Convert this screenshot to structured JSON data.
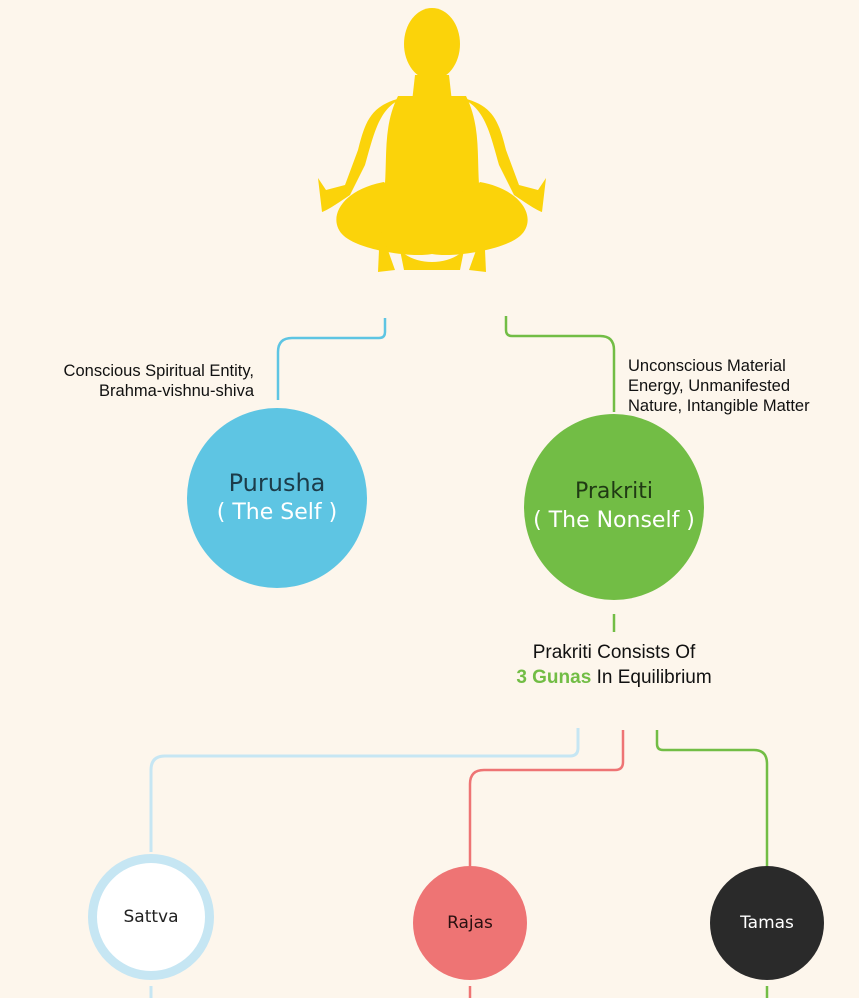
{
  "colors": {
    "background": "#fdf6ec",
    "figure": "#fbd30a",
    "purusha": "#5ec5e3",
    "prakriti": "#72bd45",
    "sattva_ring": "#c6e6f3",
    "rajas": "#ee7474",
    "tamas": "#2a2a2a",
    "text": "#111111"
  },
  "figure": {
    "icon": "meditating-person-icon"
  },
  "purusha": {
    "title": "Purusha",
    "subtitle": "( The Self )",
    "description_line1": "Conscious Spiritual Entity,",
    "description_line2": "Brahma-vishnu-shiva"
  },
  "prakriti": {
    "title": "Prakriti",
    "subtitle": "( The Nonself )",
    "description_line1": "Unconscious Material",
    "description_line2": "Energy, Unmanifested",
    "description_line3": "Nature,  Intangible Matter"
  },
  "gunas_caption": {
    "line1": "Prakriti Consists Of",
    "highlight": "3 Gunas",
    "rest": " In Equilibrium"
  },
  "gunas": [
    {
      "label": "Sattva"
    },
    {
      "label": "Rajas"
    },
    {
      "label": "Tamas"
    }
  ]
}
